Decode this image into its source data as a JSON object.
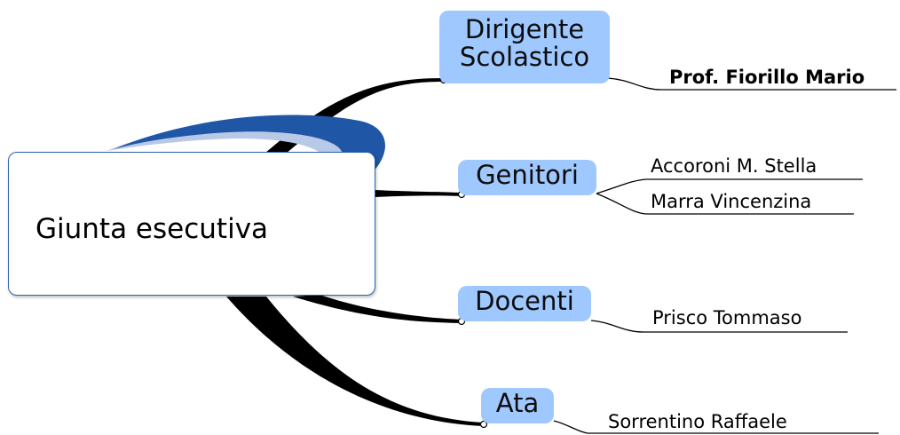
{
  "central": {
    "label": "Giunta esecutiva"
  },
  "branches": [
    {
      "line1": "Dirigente",
      "line2": "Scolastico",
      "leaves": [
        "Prof. Fiorillo Mario"
      ]
    },
    {
      "line1": "Genitori",
      "leaves": [
        "Accoroni M. Stella",
        "Marra Vincenzina"
      ]
    },
    {
      "line1": "Docenti",
      "leaves": [
        "Prisco Tommaso"
      ]
    },
    {
      "line1": "Ata",
      "leaves": [
        "Sorrentino Raffaele"
      ]
    }
  ],
  "colors": {
    "topic_fill": "#9fc8ff",
    "swoosh_dark": "#1f56a6",
    "swoosh_light": "#b7c9e6",
    "central_border": "#2b63b0",
    "connector": "#000000"
  }
}
